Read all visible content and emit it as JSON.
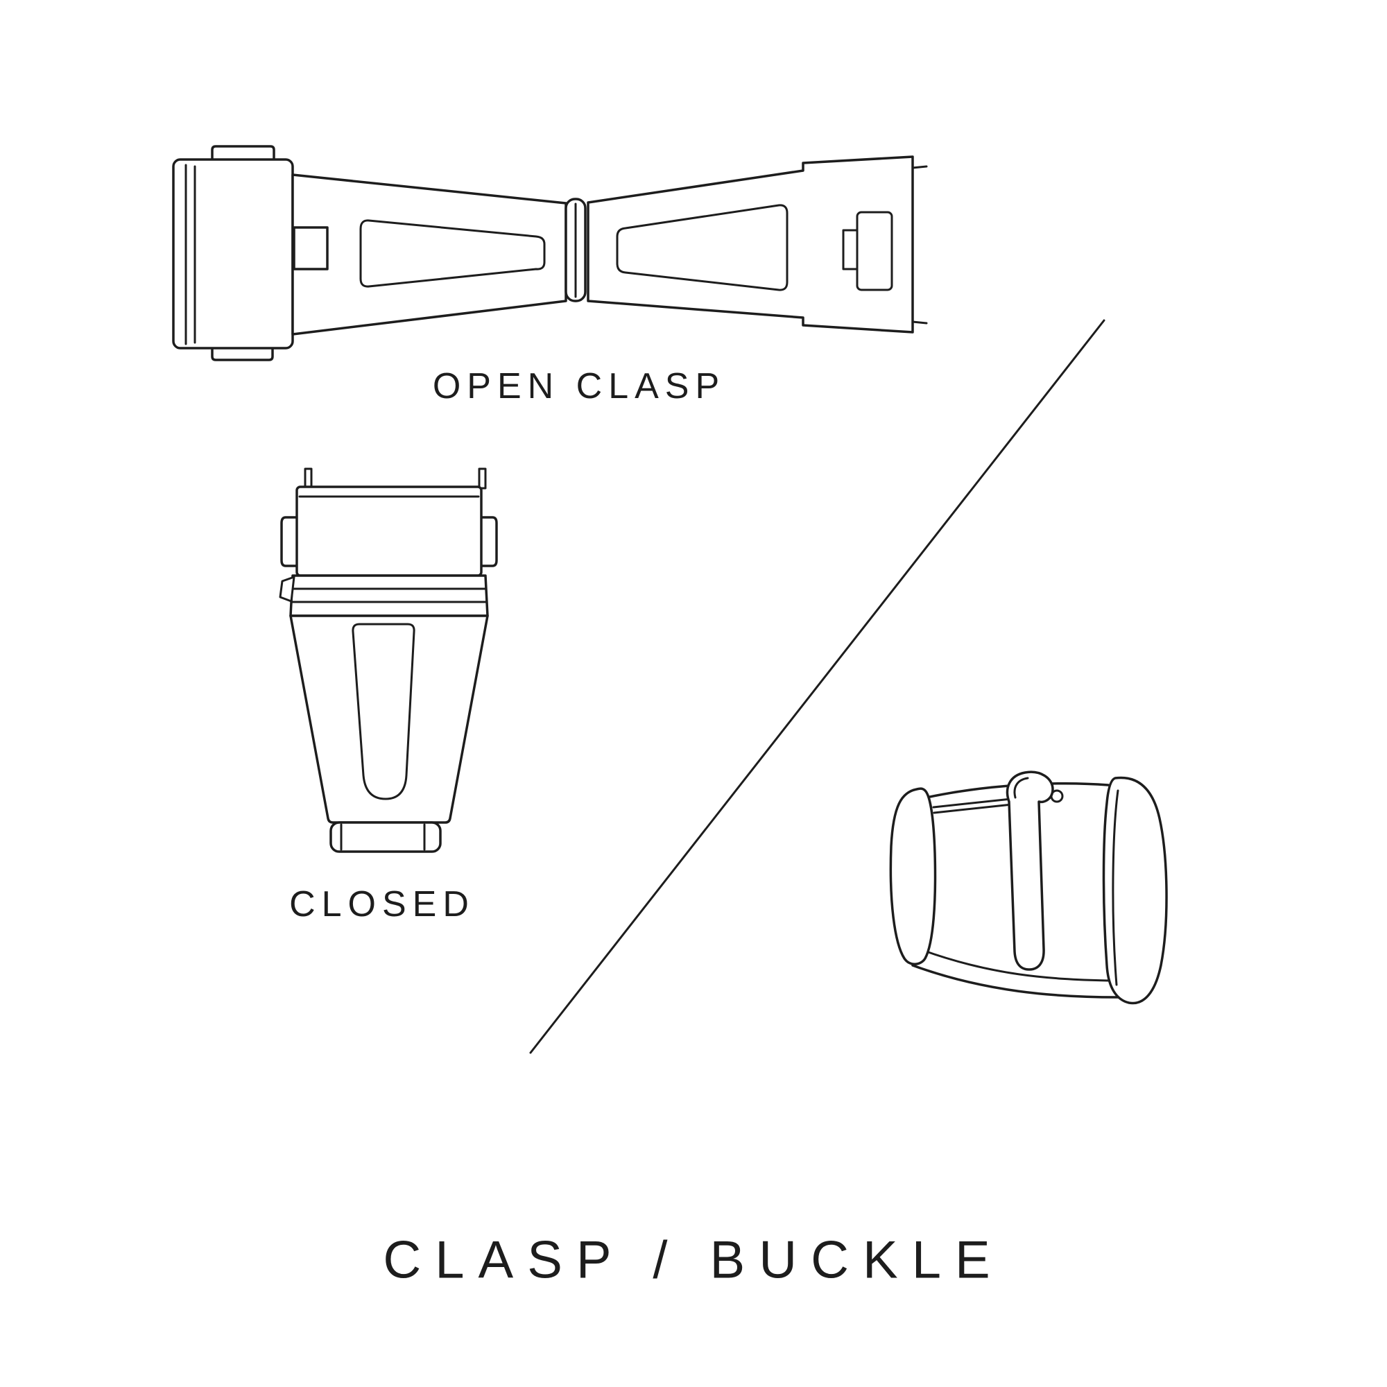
{
  "colors": {
    "ink": "#1d1d1d",
    "background": "#ffffff"
  },
  "labels": {
    "open_clasp": "OPEN CLASP",
    "closed": "CLOSED",
    "title": "CLASP / BUCKLE"
  }
}
